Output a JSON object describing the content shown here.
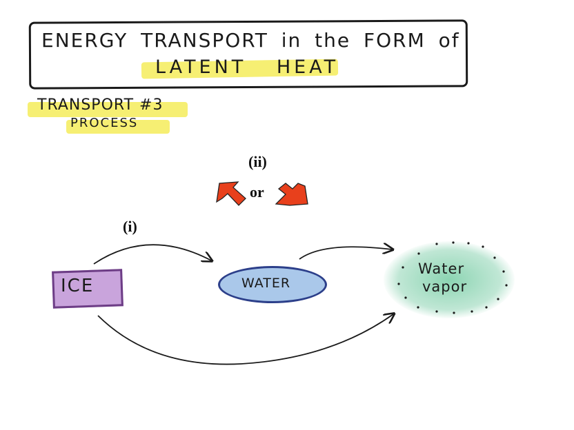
{
  "title": {
    "line1": "ENERGY TRANSPORT in the FORM of",
    "line2": "LATENT HEAT"
  },
  "process_label": {
    "line1": "TRANSPORT #3",
    "line2": "PROCESS"
  },
  "labels": {
    "ii": "(ii)",
    "or": "or",
    "i": "(i)"
  },
  "nodes": {
    "ice": "ICE",
    "water": "WATER",
    "vapor_line1": "Water",
    "vapor_line2": "vapor"
  },
  "colors": {
    "highlight": "#f4ec5a",
    "ice_fill": "#c9a4dc",
    "water_fill": "#aac8ea",
    "vapor_fill": "#8fd5b3",
    "energy_arrow": "#e8401c"
  }
}
